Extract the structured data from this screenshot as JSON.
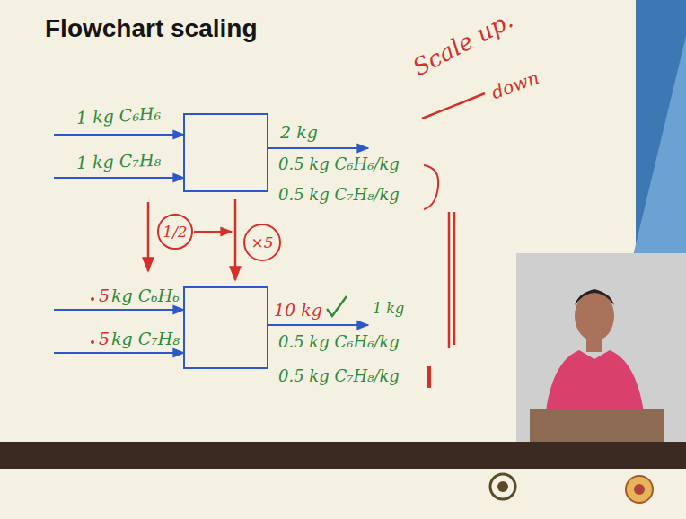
{
  "diagram": {
    "title": "Flowchart scaling",
    "labels": [
      "1 kg C₆H₆",
      "1 kg C₇H₈",
      "2 kg",
      "0.5 kg C₆H₆/kg",
      "0.5 kg C₇H₈/kg",
      "Scale up.",
      "down",
      "1/2",
      "×5",
      "5",
      "kg C₆H₆",
      "5",
      "kg C₇H₈",
      "10 kg",
      "1 kg",
      "0.5 kg C₆H₆/kg",
      "0.5 kg C₇H₈/kg"
    ]
  }
}
